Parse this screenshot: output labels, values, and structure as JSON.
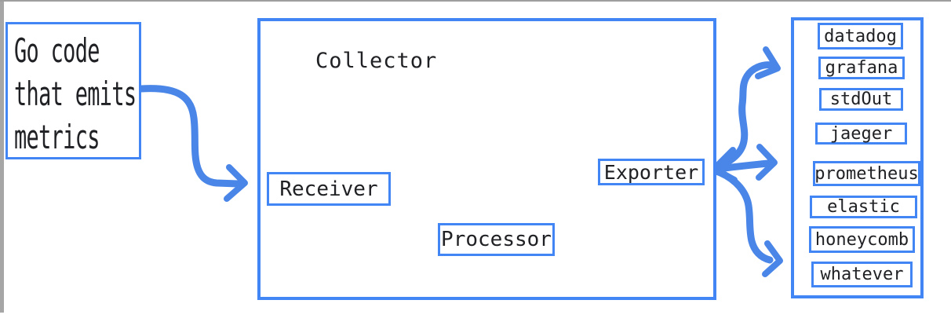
{
  "colors": {
    "box_border": "#4285f4",
    "arrow": "#4a86e8",
    "text": "#202124",
    "chrome_gray": "#a6a6a6",
    "background": "#ffffff"
  },
  "source": {
    "line1": "Go code",
    "line2": "that emits",
    "line3": "metrics"
  },
  "collector": {
    "title": "Collector",
    "receiver": "Receiver",
    "processor": "Processor",
    "exporter": "Exporter"
  },
  "destinations": {
    "items": [
      "datadog",
      "grafana",
      "stdOut",
      "jaeger",
      "prometheus",
      "elastic",
      "honeycomb",
      "whatever"
    ]
  }
}
